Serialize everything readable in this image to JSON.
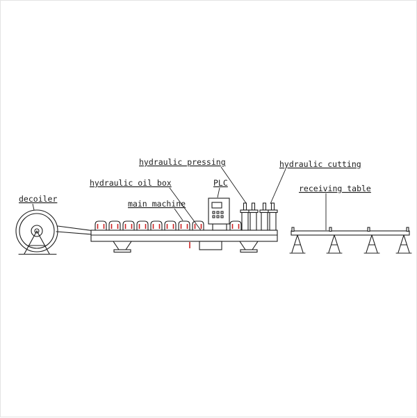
{
  "diagram": {
    "labels": {
      "decoiler": "decoiler",
      "hydraulic_oil_box": "hydraulic oil box",
      "main_machine": "main machine",
      "hydraulic_pressing": "hydraulic pressing",
      "plc": "PLC",
      "hydraulic_cutting": "hydraulic cutting",
      "receiving_table": "receiving table"
    },
    "colors": {
      "line": "#1c1c1c",
      "accent_red": "#cc2020",
      "background": "#ffffff"
    }
  }
}
